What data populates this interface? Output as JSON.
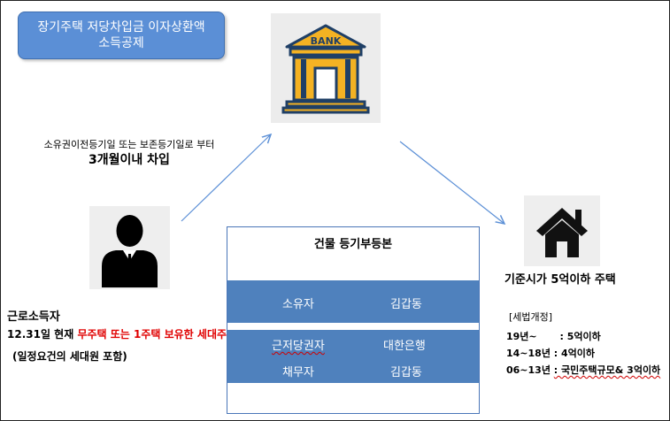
{
  "title": {
    "line1": "장기주택 저당차입금 이자상환액",
    "line2": "소득공제"
  },
  "icons": {
    "bank": "bank-icon",
    "bank_label": "BANK",
    "house": "house-icon",
    "person": "person-icon"
  },
  "loan_condition": {
    "note": "소유권이전등기일 또는 보존등기일로 부터",
    "highlight": "3개월이내 차입"
  },
  "worker": {
    "heading": "근로소득자",
    "line2_prefix": "12.31일 현재 ",
    "line2_highlight": "무주택 또는 1주택 보유한 세대주",
    "line3": "(일정요건의 세대원 포함)"
  },
  "house_condition": {
    "heading": "기준시가 5억이하 주택",
    "revision_label": "[세법개정]",
    "rows": [
      {
        "period": "19년~",
        "limit": ": 5억이하"
      },
      {
        "period": "14~18년",
        "limit": ": 4억이하"
      },
      {
        "period": "06~13년",
        "limit": ": 국민주택규모& 3억이하"
      }
    ]
  },
  "registry": {
    "title": "건물 등기부등본",
    "owner_label": "소유자",
    "owner_value": "김갑동",
    "mortgagee_label": "근저당권자",
    "mortgagee_value": "대한은행",
    "debtor_label": "채무자",
    "debtor_value": "김갑동"
  },
  "colors": {
    "accent": "#5b8fd6",
    "band": "#4f81bd",
    "arrow": "#5b8fd6",
    "highlight": "#e00000",
    "bank_gold": "#f4b223",
    "bank_blue": "#1f3f66"
  }
}
